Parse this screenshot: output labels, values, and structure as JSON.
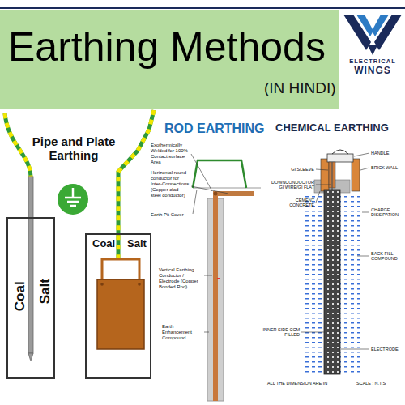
{
  "diagram": {
    "title": "Earthing Methods",
    "nodes": [
      {
        "text": [
          "Coal",
          "Salt"
        ]
      },
      {
        "text": [
          "Coal",
          "Salt"
        ]
      }
    ],
    "labels": [
      "(IN HINDI)",
      "ELECTRICAL",
      "WINGS",
      "Pipe and Plate Earthing",
      "ROD EARTHING",
      "Exothermically Welded for 100% Contact surface Area",
      "Horizontal round conductor for Inter-Connections (Copper clad steel conductor)",
      "Earth Pit Cover",
      "Vertical Earthing Conductor / Electrode (Copper Bonded Rod)",
      "Earth Enhancement Compound",
      "CHEMICAL EARTHING",
      "HANDLE",
      "BRICK WALL",
      "GI SLEEVE",
      "DOWNCONDUCTOR GI WIRE/GI FLAT",
      "CEMENT CONCRETE",
      "CHARGE DISSIPATION",
      "BACK FILL COMPOUND",
      "INNER SIDE CCM FILLED",
      "ELECTRODE",
      "ALL THE DIMENSION ARE IN",
      "SCALE : N.T.S"
    ]
  }
}
